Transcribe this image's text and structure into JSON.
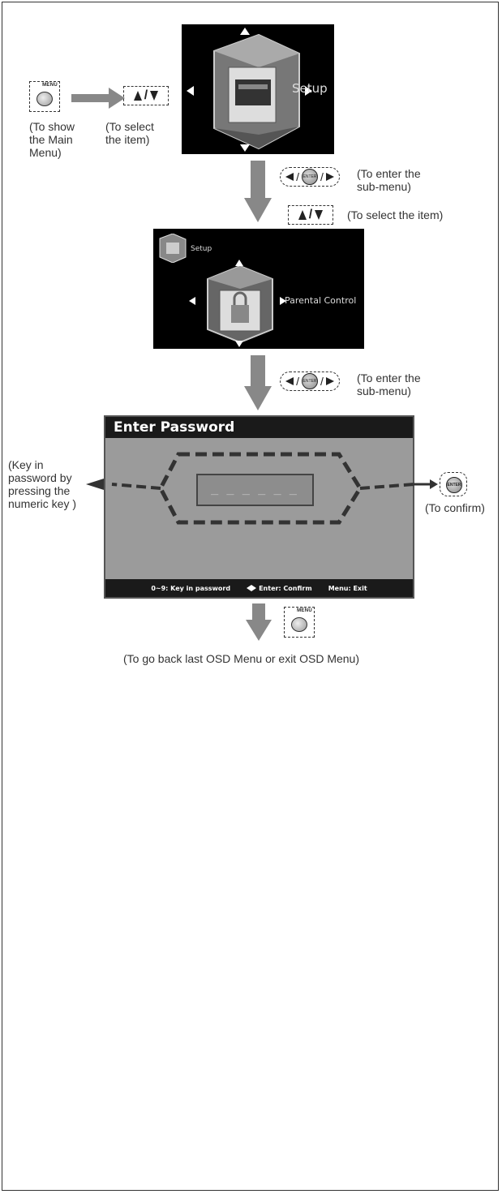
{
  "step1": {
    "menu_button_label": "MENU",
    "caption_show_main_menu": "(To show\nthe Main\nMenu)",
    "caption_select_item": "(To select\nthe item)",
    "main_menu_screen": {
      "item_label": "Setup"
    }
  },
  "step2": {
    "caption_enter_submenu": "(To enter the\nsub-menu)",
    "caption_select_item": "(To select the item)",
    "enter_button_label": "ENTER",
    "setup_screen": {
      "header_label": "Setup",
      "item_label": "Parental Control"
    }
  },
  "step3": {
    "caption_enter_submenu": "(To enter the\nsub-menu)",
    "password_dialog": {
      "title": "Enter Password",
      "field_mask": "_ _ _ _ _ _",
      "footer_keyin": "0~9: Key in password",
      "footer_confirm": "Enter: Confirm",
      "footer_exit": "Menu: Exit"
    },
    "caption_key_in": "(Key in\npassword by\npressing the\nnumeric key )",
    "caption_confirm": "(To confirm)",
    "enter_button_label": "ENTER"
  },
  "step4": {
    "menu_button_label": "MENU",
    "caption_back": "(To go back last OSD Menu or exit OSD Menu)"
  }
}
